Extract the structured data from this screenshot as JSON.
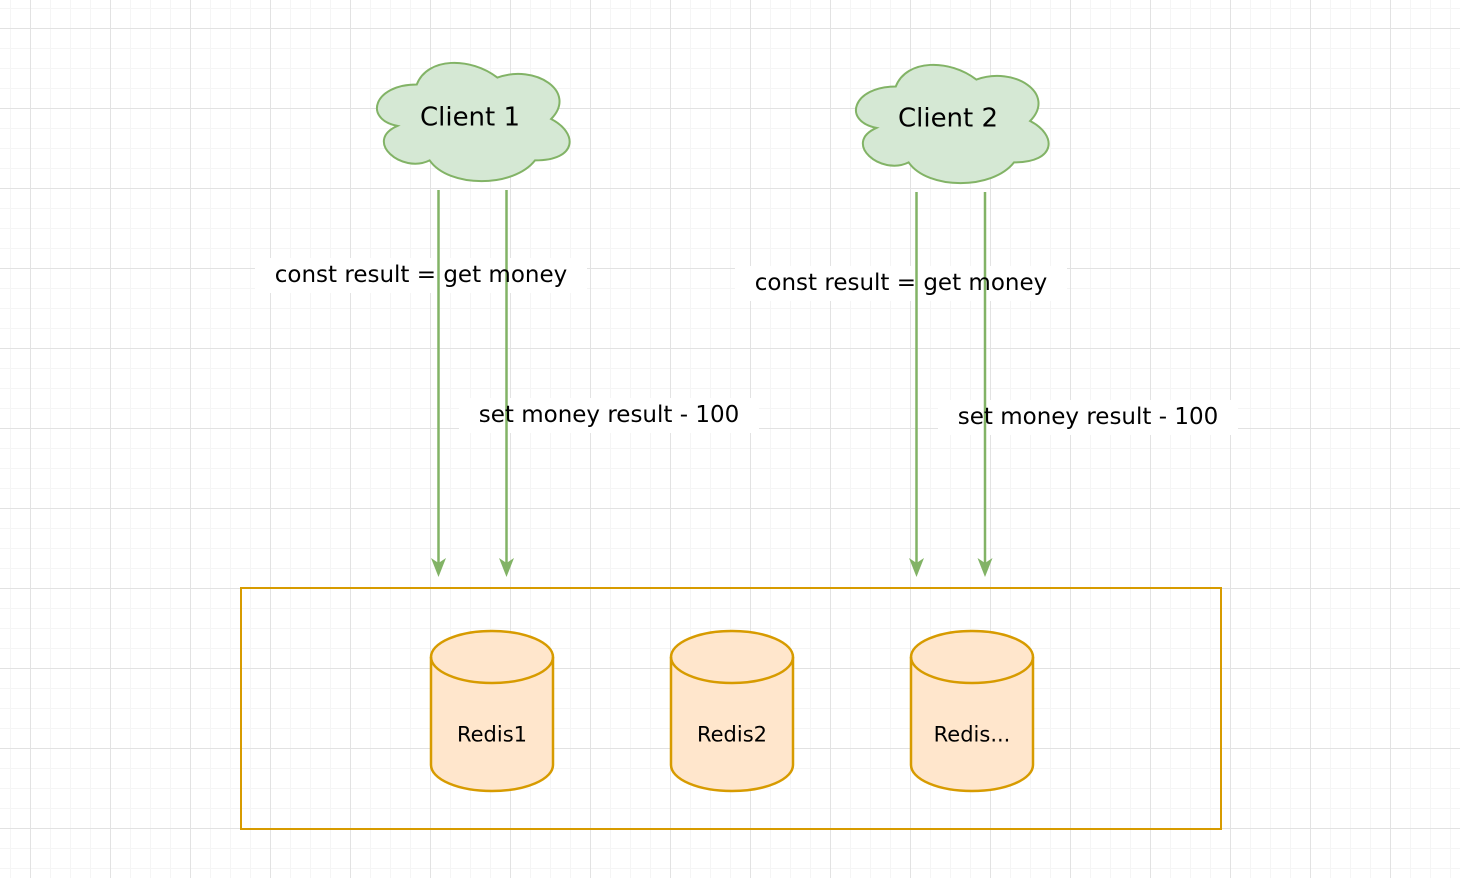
{
  "diagram": {
    "nodes": {
      "clients": [
        {
          "label": "Client 1"
        },
        {
          "label": "Client 2"
        }
      ],
      "redis_cluster": {
        "instances": [
          {
            "label": "Redis1"
          },
          {
            "label": "Redis2"
          },
          {
            "label": "Redis..."
          }
        ]
      }
    },
    "edges": {
      "client1_get": {
        "label": "const result = get money"
      },
      "client1_set": {
        "label": "set money result - 100"
      },
      "client2_get": {
        "label": "const result = get money"
      },
      "client2_set": {
        "label": "set money result - 100"
      }
    },
    "colors": {
      "background": "#ffffff",
      "grid_minor": "#f5f5f5",
      "grid_major": "#e2e2e2",
      "cloud_fill": "#d5e8d4",
      "cloud_stroke": "#82b366",
      "arrow_green": "#82b366",
      "cylinder_fill": "#ffe6cc",
      "cylinder_stroke": "#d79b00",
      "container_stroke": "#d79b00",
      "text": "#000000"
    }
  }
}
